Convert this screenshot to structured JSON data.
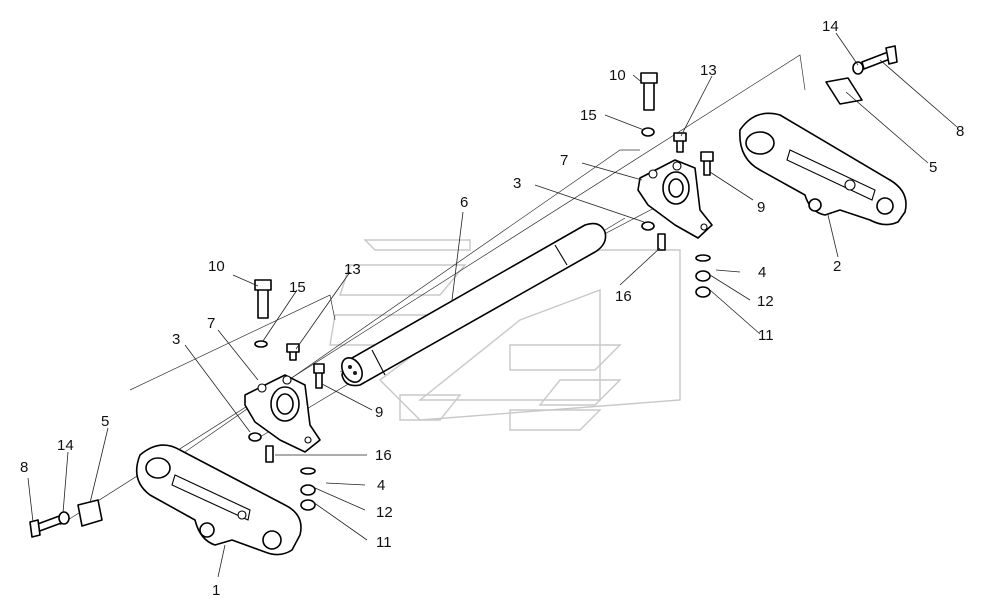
{
  "labels": {
    "l1": "1",
    "l2": "2",
    "l3a": "3",
    "l3b": "3",
    "l4a": "4",
    "l4b": "4",
    "l5a": "5",
    "l5b": "5",
    "l6": "6",
    "l7a": "7",
    "l7b": "7",
    "l8a": "8",
    "l8b": "8",
    "l9a": "9",
    "l9b": "9",
    "l10a": "10",
    "l10b": "10",
    "l11a": "11",
    "l11b": "11",
    "l12a": "12",
    "l12b": "12",
    "l13a": "13",
    "l13b": "13",
    "l14a": "14",
    "l14b": "14",
    "l15a": "15",
    "l15b": "15",
    "l16a": "16",
    "l16b": "16"
  },
  "colors": {
    "line": "#000000",
    "watermark": "#c8c8c8",
    "background": "#ffffff"
  }
}
